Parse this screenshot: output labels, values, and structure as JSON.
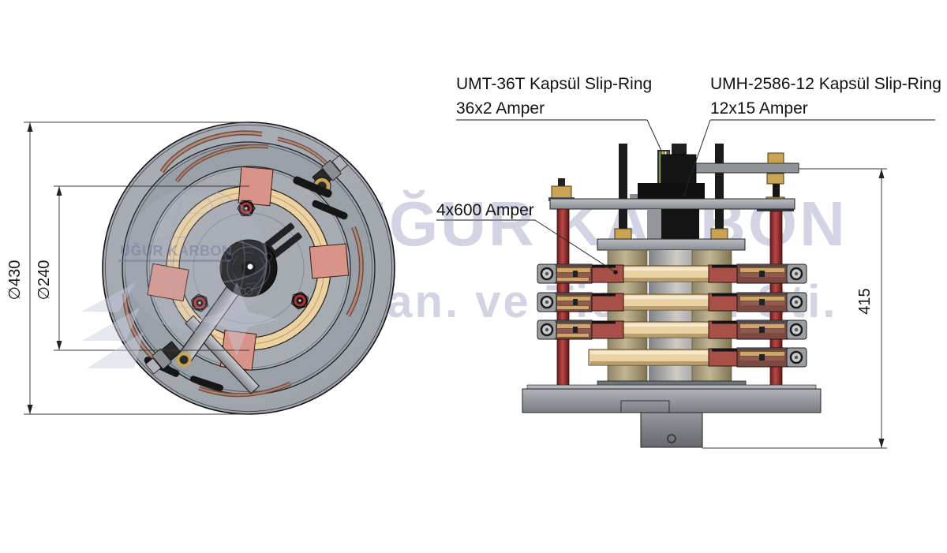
{
  "callouts": {
    "umt": {
      "line1": "UMT-36T Kapsül Slip-Ring",
      "line2": "36x2 Amper"
    },
    "umh": {
      "line1": "UMH-2586-12 Kapsül Slip-Ring",
      "line2": "12x15 Amper"
    },
    "power": {
      "label": "4x600 Amper"
    }
  },
  "dimensions": {
    "outer_diameter": "∅430",
    "inner_diameter": "∅240",
    "overall_height": "415"
  },
  "watermark": {
    "line1": "UĞUR KARBON",
    "line2": "San. ve Tic. Ltd. Şti.",
    "logo_text": "UĞUR KARBON"
  },
  "colors": {
    "ring_gold": "#ecd2a2",
    "brush_holder_red": "#a85048",
    "post_red": "#a33636",
    "pad_salmon": "#d9948a",
    "body_gray": "#a6aab1",
    "capsule_black": "#151515",
    "copper_wire": "#a97f6f",
    "watermark_blue": "#a9adcb",
    "dimension_line": "#3a3a3a"
  }
}
